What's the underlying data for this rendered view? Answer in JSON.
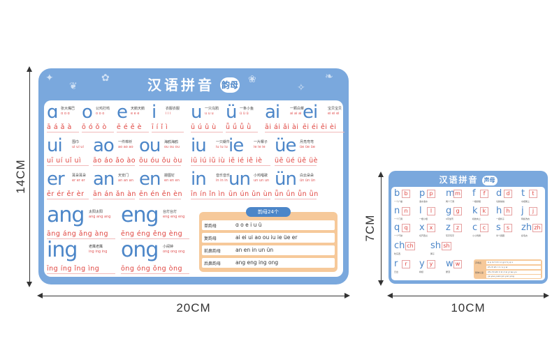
{
  "big_board": {
    "title": "汉语拼音",
    "badge": "韵母",
    "cells": [
      {
        "id": "a",
        "letter": "ɑ",
        "hint": "张大嘴巴",
        "hint_red": "ɑ ɑ ɑ",
        "tones": "ā á ǎ à"
      },
      {
        "id": "o",
        "letter": "o",
        "hint": "公鸡打鸣",
        "hint_red": "o o o",
        "tones": "ō ó ǒ ò"
      },
      {
        "id": "e",
        "letter": "e",
        "hint": "天鹅天鹅",
        "hint_red": "e e e",
        "tones": "ē é ě è"
      },
      {
        "id": "i",
        "letter": "i",
        "hint": "衣服衣服",
        "hint_red": "i i i",
        "tones": "ī í ǐ ì"
      },
      {
        "id": "u",
        "letter": "u",
        "hint": "一只乌鸦",
        "hint_red": "u u u",
        "tones": "ū ú ǔ ù"
      },
      {
        "id": "v",
        "letter": "ü",
        "hint": "一条小鱼",
        "hint_red": "ü ü ü",
        "tones": "ǖ ǘ ǚ ǜ"
      },
      {
        "id": "ai",
        "letter": "ai",
        "hint": "一颗白菜",
        "hint_red": "ai ai ai",
        "tones": "āi ái ǎi ài"
      },
      {
        "id": "ei",
        "letter": "ei",
        "hint": "宝贝宝贝",
        "hint_red": "ei ei ei",
        "tones": "ēi éi ěi èi"
      },
      {
        "id": "ui",
        "letter": "ui",
        "hint": "围巾",
        "hint_red": "ui ui ui",
        "tones": "uī uí uǐ uì"
      },
      {
        "id": "ao",
        "letter": "ao",
        "hint": "一件棉袄",
        "hint_red": "ao ao ao",
        "tones": "āo áo ǎo ào"
      },
      {
        "id": "ou",
        "letter": "ou",
        "hint": "海鸥海鸥",
        "hint_red": "ou ou ou",
        "tones": "ōu óu ǒu òu"
      },
      {
        "id": "iu",
        "letter": "iu",
        "hint": "一只蜗牛",
        "hint_red": "iu iu iu",
        "tones": "iū iú iǔ iù"
      },
      {
        "id": "ie",
        "letter": "ie",
        "hint": "一片椰子",
        "hint_red": "ie ie ie",
        "tones": "iē ié iě iè"
      },
      {
        "id": "ve",
        "letter": "üe",
        "hint": "月亮弯弯",
        "hint_red": "üe üe üe",
        "tones": "üē üé üě üè"
      },
      {
        "id": "er",
        "letter": "er",
        "hint": "耳朵耳朵",
        "hint_red": "er er er",
        "tones": "ēr ér ěr èr"
      },
      {
        "id": "an",
        "letter": "an",
        "hint": "天安门",
        "hint_red": "an an an",
        "tones": "ān án ǎn àn"
      },
      {
        "id": "en",
        "letter": "en",
        "hint": "摁图钉",
        "hint_red": "en en en",
        "tones": "ēn én ěn èn"
      },
      {
        "id": "in",
        "letter": "in",
        "hint": "音乐音乐",
        "hint_red": "in in in",
        "tones": "īn ín ǐn ìn"
      },
      {
        "id": "un",
        "letter": "un",
        "hint": "小鸡唱歌",
        "hint_red": "un un un",
        "tones": "ūn ún ǔn ùn"
      },
      {
        "id": "vn",
        "letter": "ün",
        "hint": "白云朵朵",
        "hint_red": "ün ün ün",
        "tones": "ǖn ǘn ǚn ǜn"
      },
      {
        "id": "ang",
        "letter": "ang",
        "hint": "太阳太阳",
        "hint_red": "ang ang ang",
        "tones": "āng áng ǎng àng"
      },
      {
        "id": "eng",
        "letter": "eng",
        "hint": "台灯台灯",
        "hint_red": "eng eng eng",
        "tones": "ēng éng ěng èng"
      },
      {
        "id": "ing",
        "letter": "ing",
        "hint": "老鹰老鹰",
        "hint_red": "ing ing ing",
        "tones": "īng íng ǐng ìng"
      },
      {
        "id": "ong",
        "letter": "ong",
        "hint": "小闹钟",
        "hint_red": "ong ong ong",
        "tones": "ōng óng ǒng òng"
      }
    ],
    "summary": {
      "title": "韵母24个",
      "rows": [
        {
          "label": "单韵母",
          "values": "ɑ    o    e    i    u    ü"
        },
        {
          "label": "复韵母",
          "values": "ai  ei  ui  ao  ou  iu  ie  üe  er"
        },
        {
          "label": "前鼻韵母",
          "values": "an    en    in    un    ün"
        },
        {
          "label": "后鼻韵母",
          "values": "ang    eng    ing    ong"
        }
      ]
    }
  },
  "small_board": {
    "title": "汉语拼音",
    "badge": "声母",
    "items": [
      {
        "letter": "b",
        "box": "b",
        "hint": "一个广播"
      },
      {
        "letter": "p",
        "box": "p",
        "hint": "泼水泼水"
      },
      {
        "letter": "m",
        "box": "m",
        "hint": "两个门洞"
      },
      {
        "letter": "f",
        "box": "f",
        "hint": "一根拐棍"
      },
      {
        "letter": "d",
        "box": "d",
        "hint": "马蹄得得"
      },
      {
        "letter": "t",
        "box": "t",
        "hint": "伞把朝上"
      },
      {
        "letter": "n",
        "box": "n",
        "hint": "一个门洞"
      },
      {
        "letter": "l",
        "box": "l",
        "hint": "一根小棍"
      },
      {
        "letter": "g",
        "box": "g",
        "hint": "9字加弯"
      },
      {
        "letter": "k",
        "box": "k",
        "hint": "机枪向上"
      },
      {
        "letter": "h",
        "box": "h",
        "hint": "一把椅子"
      },
      {
        "letter": "j",
        "box": "j",
        "hint": "阿姨洗衣"
      },
      {
        "letter": "q",
        "box": "q",
        "hint": "一个气球"
      },
      {
        "letter": "x",
        "box": "x",
        "hint": "切开西瓜"
      },
      {
        "letter": "z",
        "box": "z",
        "hint": "写字写字"
      },
      {
        "letter": "c",
        "box": "c",
        "hint": "小小刺猬"
      },
      {
        "letter": "s",
        "box": "s",
        "hint": "半个圆圈"
      },
      {
        "letter": "zh",
        "box": "zh",
        "hint": "织毛衣"
      },
      {
        "letter": "ch",
        "box": "ch",
        "hint": "吃东西"
      },
      {
        "letter": "sh",
        "box": "sh",
        "hint": "狮子"
      },
      {
        "letter": "r",
        "box": "r",
        "hint": "日出"
      },
      {
        "letter": "y",
        "box": "y",
        "hint": "树杈"
      },
      {
        "letter": "w",
        "box": "w",
        "hint": "屋顶"
      }
    ],
    "summary_rows": [
      {
        "label": "声母表",
        "values": "b p m f d t n l g k h j q x"
      },
      {
        "label": "",
        "values": "zh ch sh r z c s y w"
      },
      {
        "label": "整体认读",
        "values": "zhi chi shi ri zi ci si yi wu yu"
      },
      {
        "label": "",
        "values": "ye yue yuan yin yun ying"
      }
    ]
  },
  "dimensions": {
    "big_height": "14CM",
    "big_width": "20CM",
    "small_height": "7CM",
    "small_width": "10CM"
  }
}
